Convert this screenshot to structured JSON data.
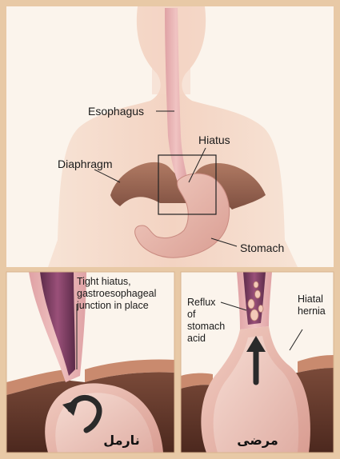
{
  "top_panel": {
    "labels": {
      "esophagus": "Esophagus",
      "hiatus": "Hiatus",
      "diaphragm": "Diaphragm",
      "stomach": "Stomach"
    }
  },
  "left_panel": {
    "annotation_lines": [
      "Tight hiatus,",
      "gastroesophageal",
      "junction in place"
    ],
    "caption": "نارمل"
  },
  "right_panel": {
    "reflux_lines": [
      "Reflux",
      "of",
      "stomach",
      "acid"
    ],
    "hernia_lines": [
      "Hiatal",
      "hernia"
    ],
    "caption": "مرضی"
  },
  "colors": {
    "background_top": "#fbf4ec",
    "skin": "#f4d8c8",
    "diaphragm": "#a0705c",
    "stomach": "#e9b9ad",
    "esophagus": "#e6aeb0",
    "muscle": "#7d3d62",
    "cavity": "#5e3528",
    "border": "#e8c9a6"
  }
}
